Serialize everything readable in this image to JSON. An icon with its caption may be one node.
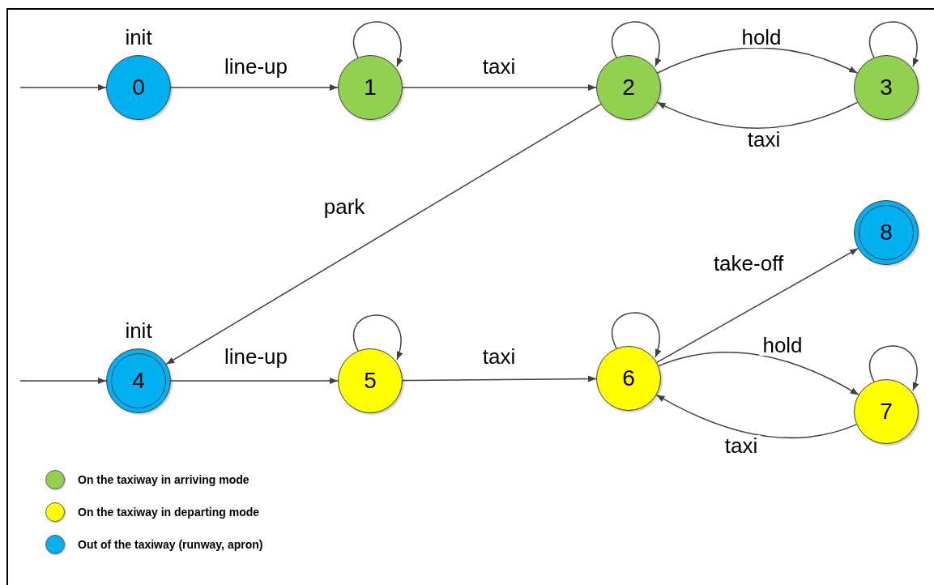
{
  "diagram": {
    "nodes": [
      {
        "text": [
          "0"
        ],
        "beside": [
          "init"
        ]
      },
      {
        "text": [
          "1"
        ]
      },
      {
        "text": [
          "2"
        ]
      },
      {
        "text": [
          "3"
        ]
      },
      {
        "text": [
          "4"
        ],
        "beside": [
          "init"
        ]
      },
      {
        "text": [
          "5"
        ]
      },
      {
        "text": [
          "6"
        ]
      },
      {
        "text": [
          "7"
        ]
      },
      {
        "text": [
          "8"
        ]
      }
    ],
    "edges": [
      {
        "from": null,
        "to": 0,
        "arrow": "to"
      },
      {
        "from": 0,
        "to": 1,
        "label": "line-up",
        "arrow": "to"
      },
      {
        "from": 1,
        "to": 1,
        "arrow": "to"
      },
      {
        "from": 1,
        "to": 2,
        "label": "taxi",
        "arrow": "to"
      },
      {
        "from": 2,
        "to": 2,
        "arrow": "to"
      },
      {
        "from": 2,
        "to": 3,
        "label": "hold",
        "arrow": "to"
      },
      {
        "from": 3,
        "to": 3,
        "arrow": "to"
      },
      {
        "from": 3,
        "to": 2,
        "label": "taxi",
        "arrow": "to"
      },
      {
        "from": 2,
        "to": 4,
        "label": "park",
        "arrow": "to"
      },
      {
        "from": null,
        "to": 4,
        "arrow": "to"
      },
      {
        "from": 4,
        "to": 5,
        "label": "line-up",
        "arrow": "to"
      },
      {
        "from": 5,
        "to": 5,
        "arrow": "to"
      },
      {
        "from": 5,
        "to": 6,
        "label": "taxi",
        "arrow": "to"
      },
      {
        "from": 6,
        "to": 6,
        "arrow": "to"
      },
      {
        "from": 6,
        "to": 8,
        "label": "take-off",
        "arrow": "to"
      },
      {
        "from": 6,
        "to": 7,
        "label": "hold",
        "arrow": "to"
      },
      {
        "from": 7,
        "to": 7,
        "arrow": "to"
      },
      {
        "from": 7,
        "to": 6,
        "label": "taxi",
        "arrow": "to"
      }
    ],
    "legend": [
      {
        "text": "On the taxiway in arriving mode",
        "color": "#92d050"
      },
      {
        "text": "On the taxiway in departing mode",
        "color": "#ffff00"
      },
      {
        "text": "Out of the taxiway (runway, apron)",
        "color": "#00b0f0"
      }
    ]
  }
}
